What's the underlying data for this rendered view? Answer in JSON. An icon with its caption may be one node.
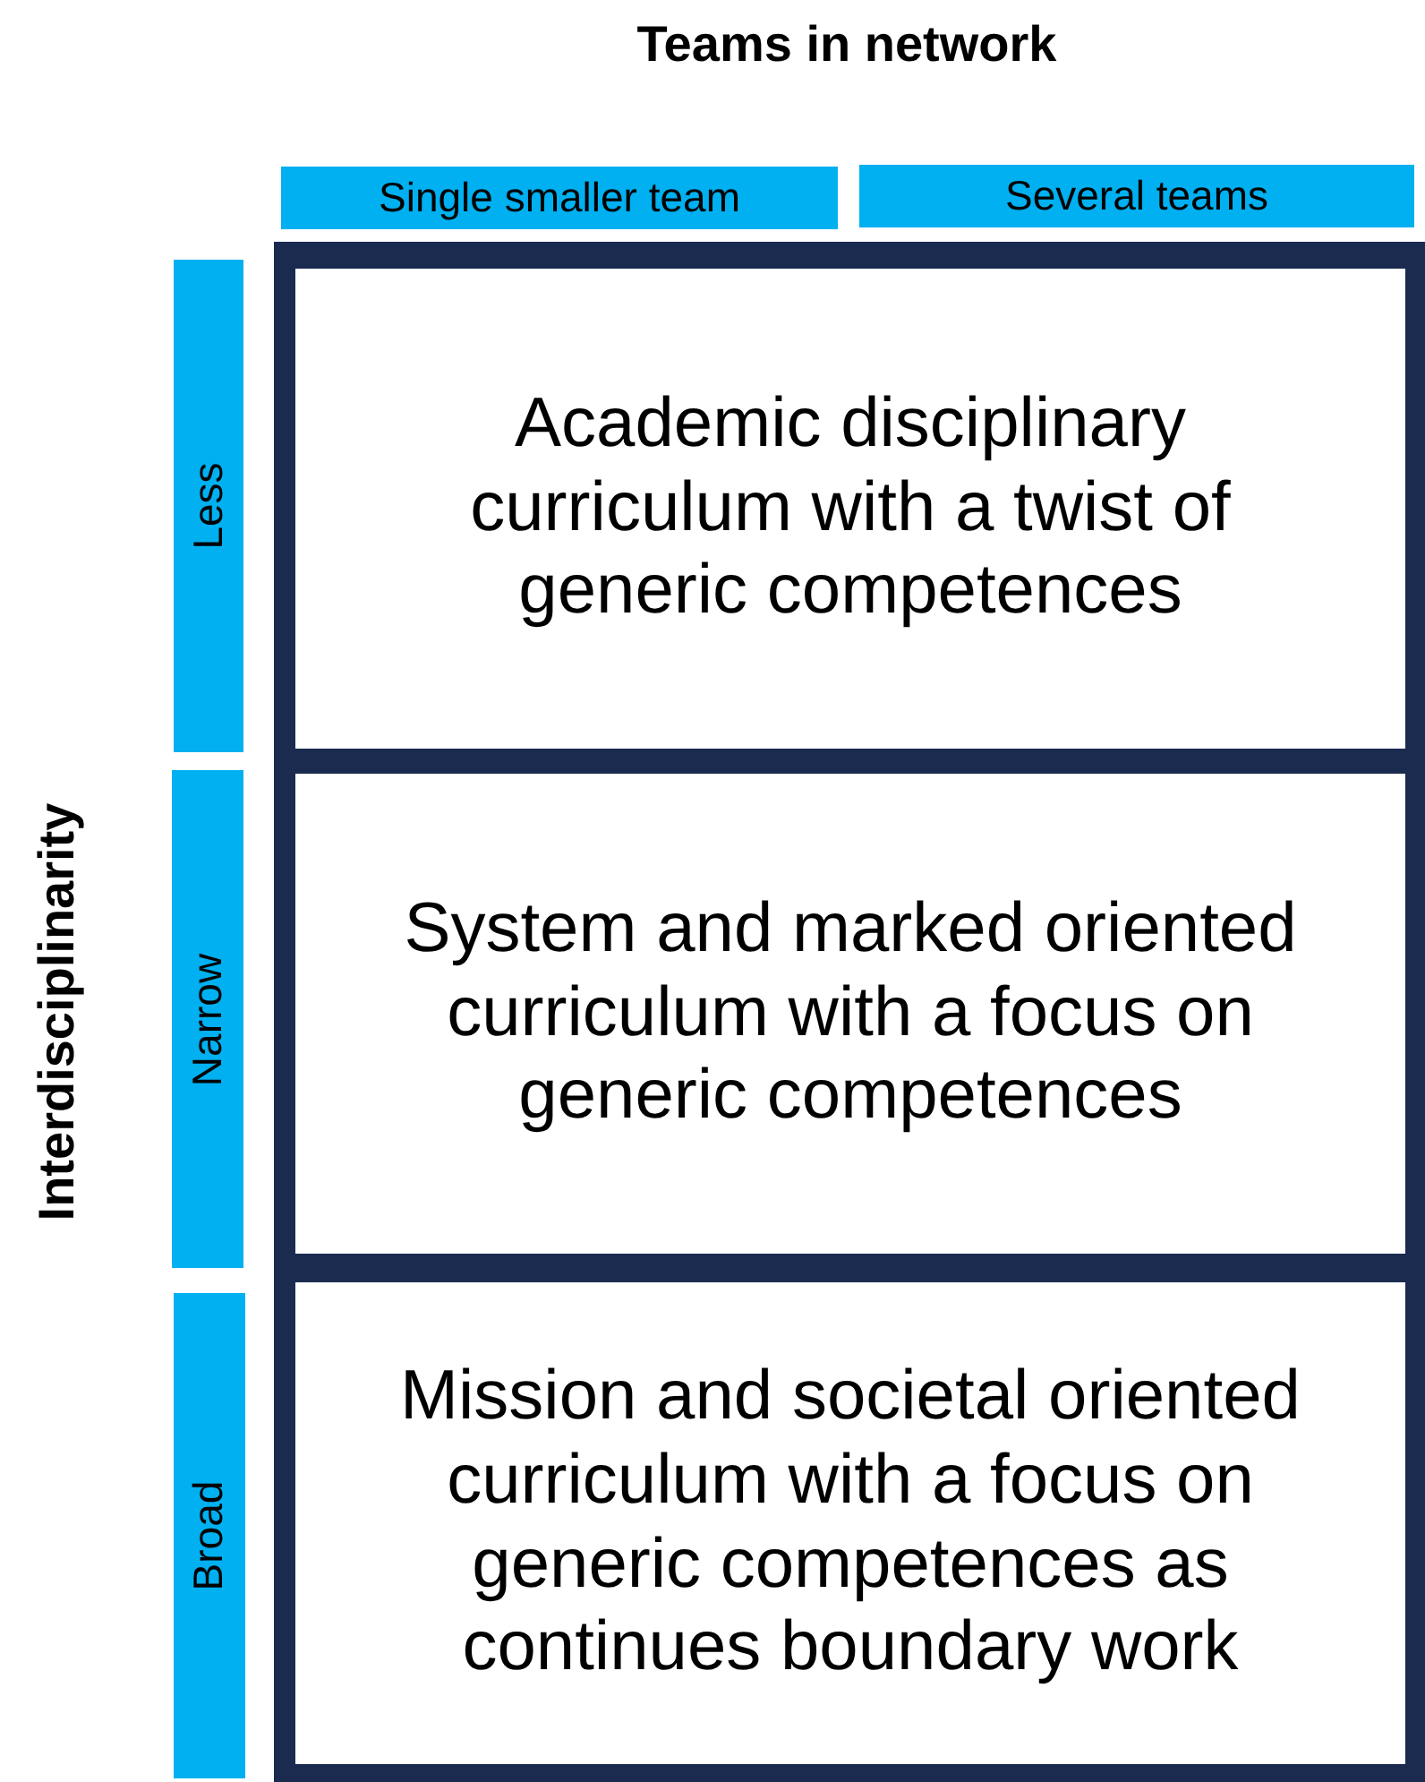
{
  "diagram": {
    "nodes": [
      {
        "text": [
          "Single smaller team"
        ]
      },
      {
        "text": [
          "Several teams"
        ]
      },
      {
        "text": [],
        "shape": "box"
      },
      {
        "text": [
          "Academic disciplinary curriculum with a twist of generic competences"
        ],
        "in": 2
      },
      {
        "text": [
          "System and marked oriented curriculum with a focus on generic competences"
        ],
        "in": 2
      },
      {
        "text": [
          "Mission and societal oriented curriculum with a focus on generic competences as continues boundary work"
        ],
        "in": 2
      },
      {
        "text": [
          "Less"
        ]
      },
      {
        "text": [
          "Narrow"
        ]
      },
      {
        "text": [
          "Broad"
        ]
      }
    ],
    "labels": [
      "Teams in network",
      "Interdisciplinarity"
    ]
  }
}
